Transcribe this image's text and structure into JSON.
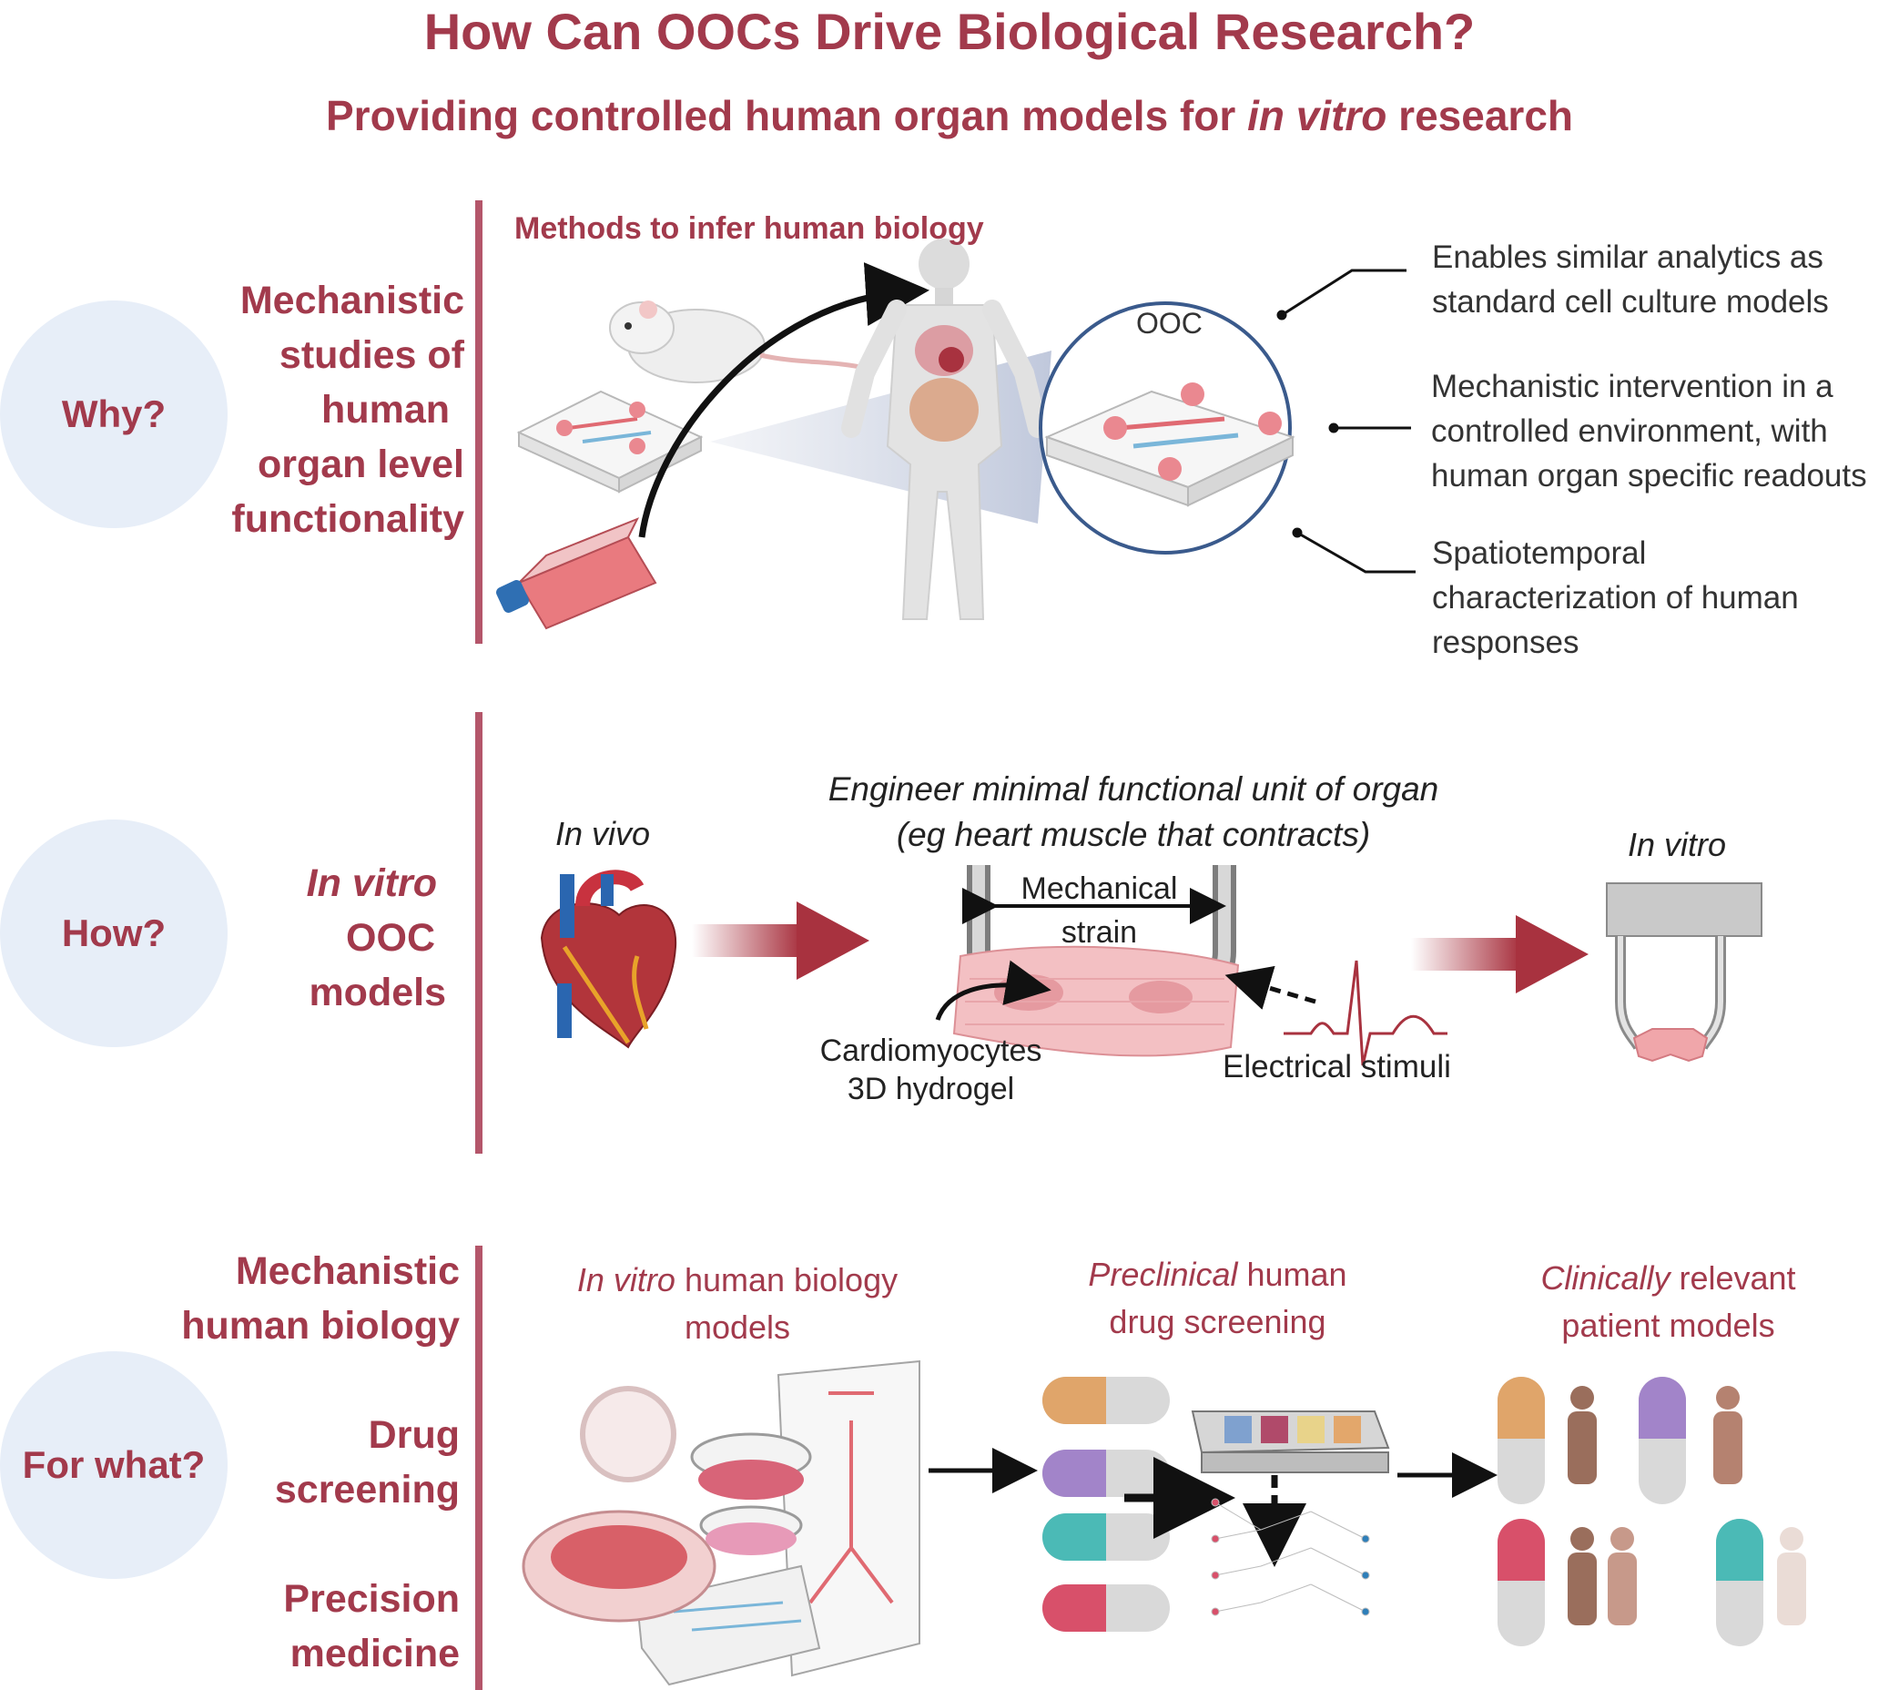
{
  "header": {
    "title": "How Can OOCs Drive Biological Research?",
    "subtitle_pre": "Providing controlled human organ models for ",
    "subtitle_italic": "in vitro",
    "subtitle_post": " research"
  },
  "why": {
    "circle": "Why?",
    "label_lines": [
      "Mechanistic",
      "studies of",
      "human",
      "organ level",
      "functionality"
    ],
    "methods_title": "Methods to infer human biology",
    "ooc_label": "OOC",
    "notes": [
      [
        "Enables similar analytics as",
        "standard cell culture models"
      ],
      [
        "Mechanistic intervention in a",
        "controlled environment, with",
        "human organ specific readouts"
      ],
      [
        "Spatiotemporal",
        "characterization of human",
        "responses"
      ]
    ]
  },
  "how": {
    "circle": "How?",
    "label_italic": "In vitro",
    "label_lines": [
      "OOC",
      "models"
    ],
    "in_vivo": "In vivo",
    "in_vitro": "In vitro",
    "engineer_lines": [
      "Engineer minimal functional unit of organ",
      "(eg heart muscle that contracts)"
    ],
    "strain_lines": [
      "Mechanical",
      "strain"
    ],
    "cardio_lines": [
      "Cardiomyocytes",
      "3D hydrogel"
    ],
    "electrical": "Electrical stimuli"
  },
  "forwhat": {
    "circle": "For what?",
    "label_lines": [
      "Mechanistic",
      "human biology",
      "Drug",
      "screening",
      "Precision",
      "medicine"
    ],
    "col1_italic": "In vitro",
    "col1_rest": " human biology",
    "col1_line2": "models",
    "col2_italic": "Preclinical",
    "col2_rest": " human",
    "col2_line2": "drug screening",
    "col3_italic": "Clinically",
    "col3_rest": " relevant",
    "col3_line2": "patient models"
  },
  "colors": {
    "accent": "#a23a4c",
    "bar": "#b4566a",
    "circle_fill": "#e7eef8",
    "arrow_red": "#a8323f"
  }
}
